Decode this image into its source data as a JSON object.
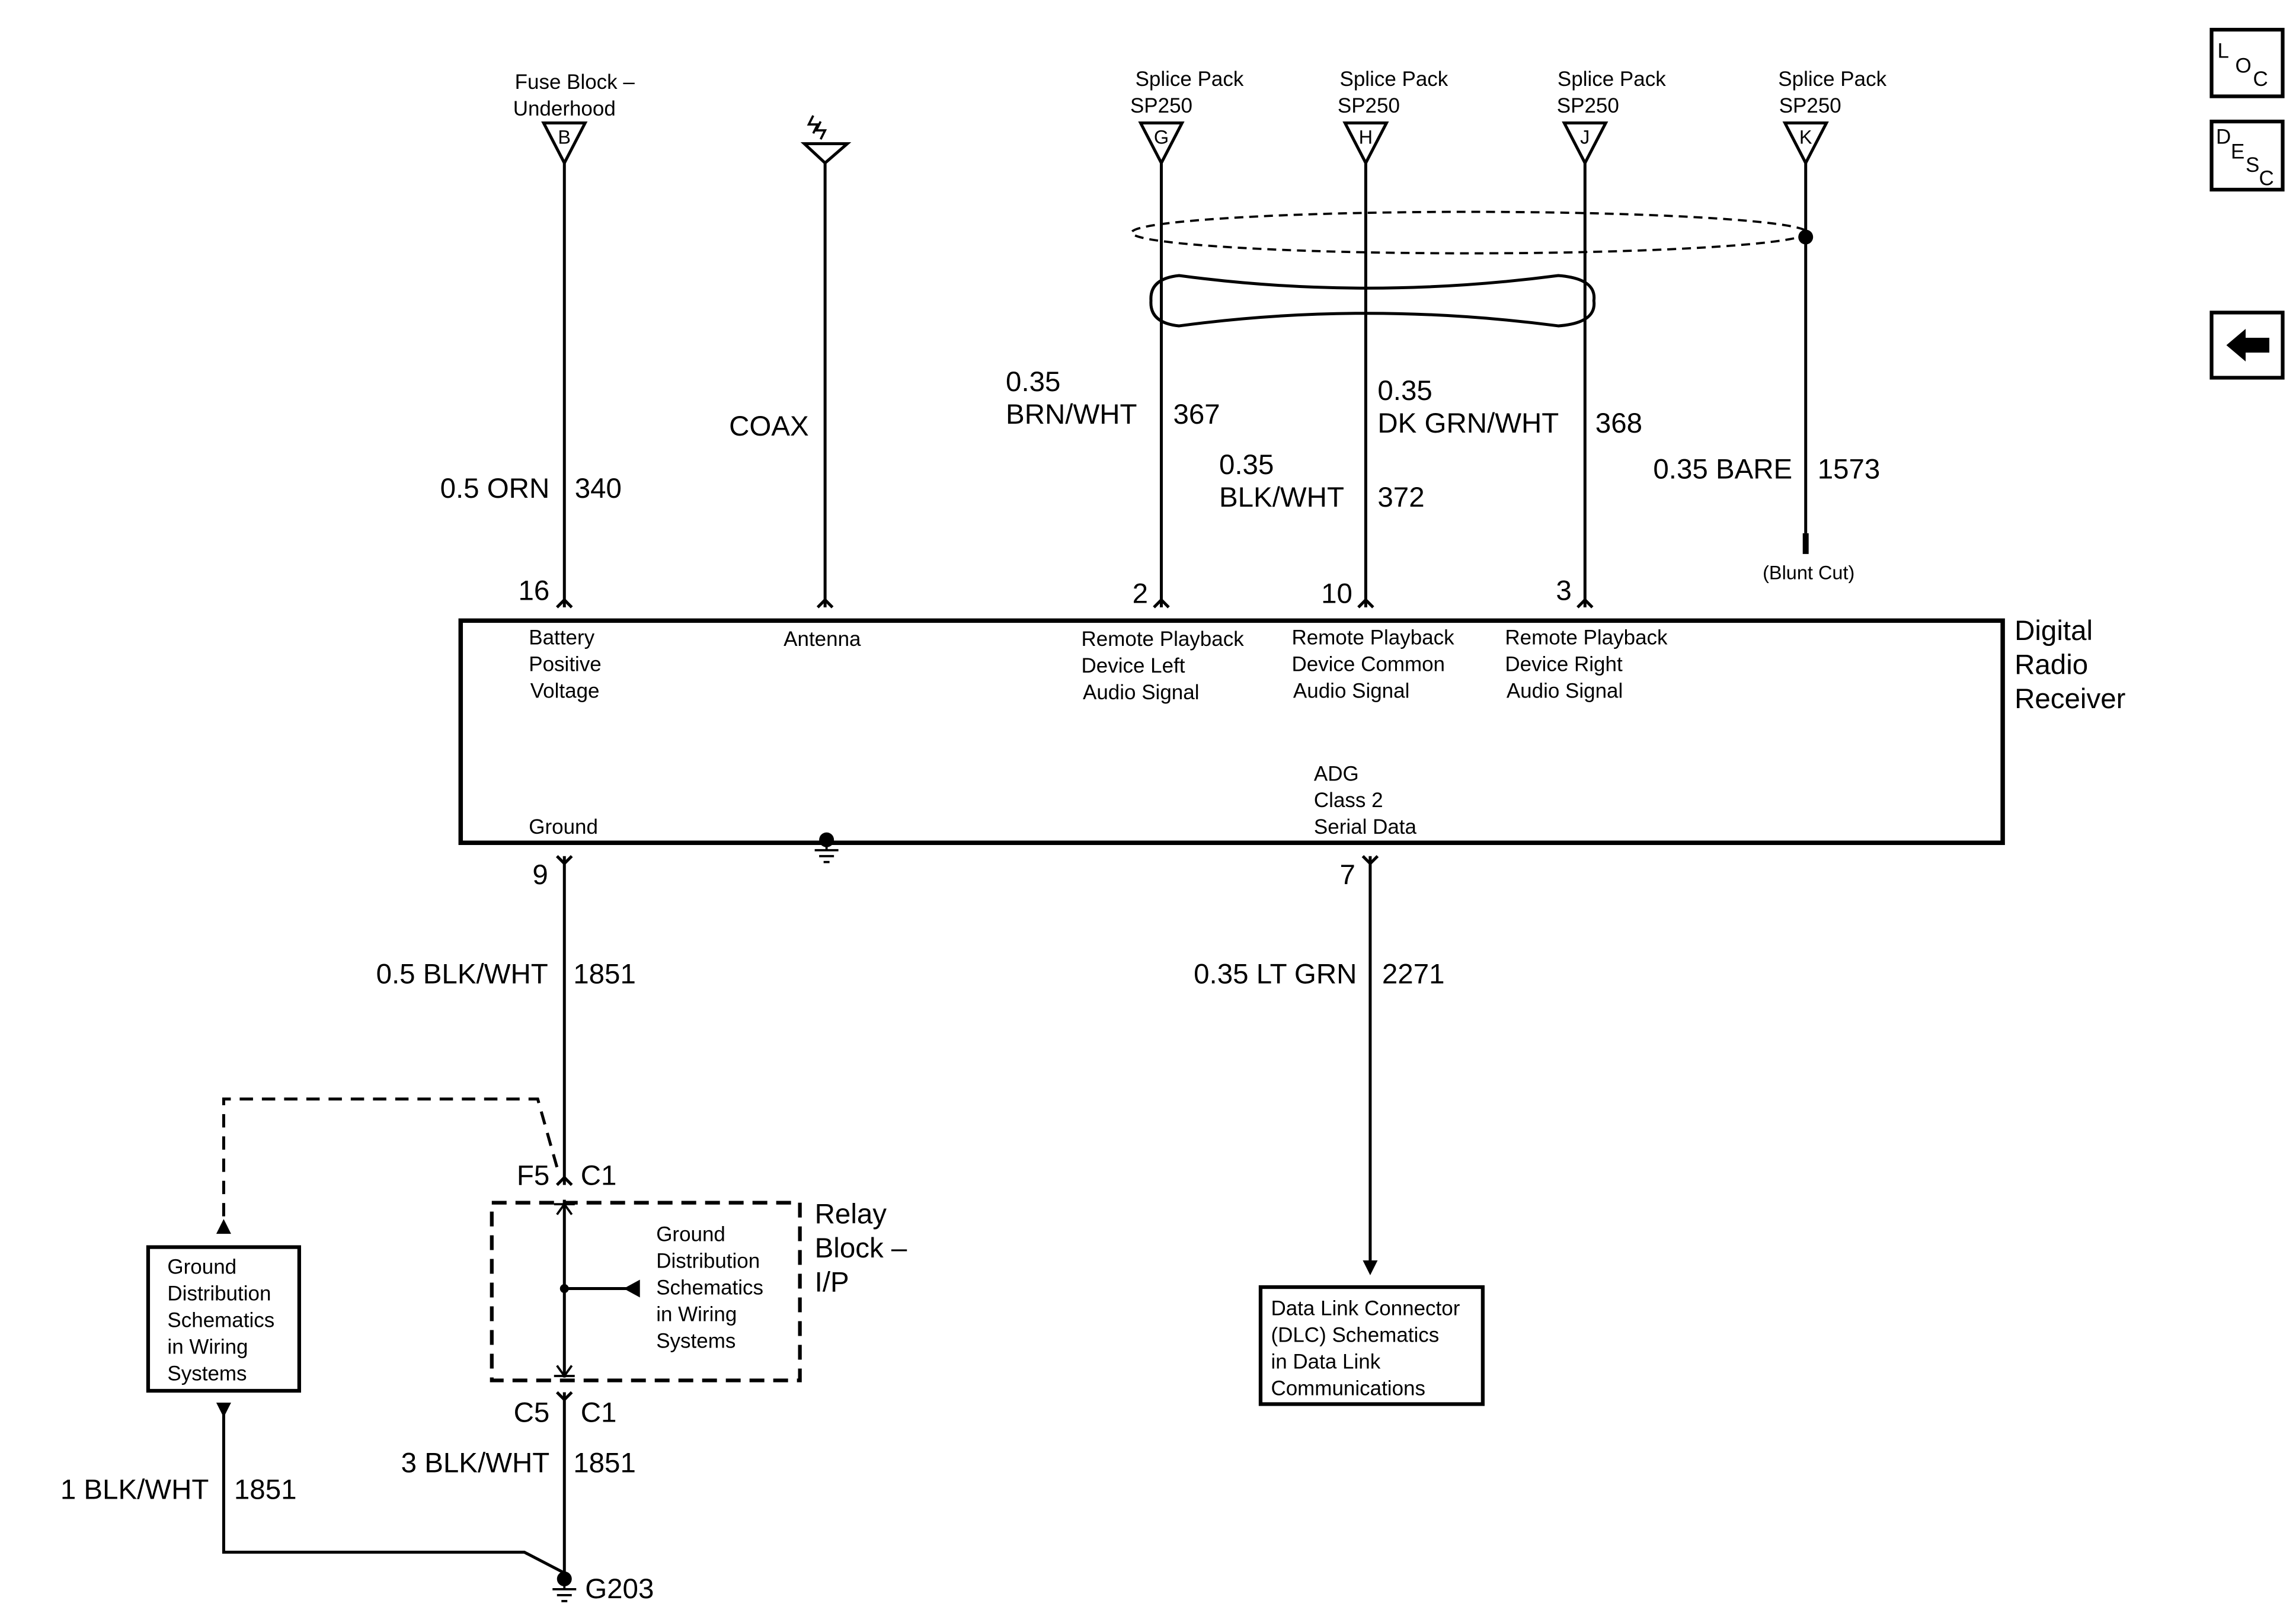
{
  "nav": {
    "loc": {
      "l": "L",
      "o": "O",
      "c": "C"
    },
    "desc": {
      "d": "D",
      "e": "E",
      "s": "S",
      "c": "C"
    }
  },
  "top_connections": {
    "fuse": {
      "line1": "Fuse Block –",
      "line2": "Underhood",
      "pin": "B"
    },
    "sp_g": {
      "line1": "Splice Pack",
      "line2": "SP250",
      "pin": "G"
    },
    "sp_h": {
      "line1": "Splice Pack",
      "line2": "SP250",
      "pin": "H"
    },
    "sp_j": {
      "line1": "Splice Pack",
      "line2": "SP250",
      "pin": "J"
    },
    "sp_k": {
      "line1": "Splice Pack",
      "line2": "SP250",
      "pin": "K"
    }
  },
  "wires": {
    "w340": {
      "label": "0.5 ORN",
      "circuit": "340"
    },
    "coax": {
      "label": "COAX"
    },
    "w367": {
      "size": "0.35",
      "color": "BRN/WHT",
      "circuit": "367"
    },
    "w372": {
      "size": "0.35",
      "color": "BLK/WHT",
      "circuit": "372"
    },
    "w368": {
      "size": "0.35",
      "color": "DK GRN/WHT",
      "circuit": "368"
    },
    "w1573": {
      "label": "0.35 BARE",
      "circuit": "1573",
      "end_note": "(Blunt Cut)"
    },
    "w1851a": {
      "label": "0.5 BLK/WHT",
      "circuit": "1851"
    },
    "w2271": {
      "label": "0.35 LT GRN",
      "circuit": "2271"
    },
    "w1851b": {
      "label": "3 BLK/WHT",
      "circuit": "1851"
    },
    "w1851c": {
      "label": "1 BLK/WHT",
      "circuit": "1851"
    }
  },
  "receiver": {
    "name1": "Digital",
    "name2": "Radio",
    "name3": "Receiver",
    "pins": {
      "p16": {
        "num": "16",
        "l1": "Battery",
        "l2": "Positive",
        "l3": "Voltage"
      },
      "ant": {
        "l1": "Antenna"
      },
      "p2": {
        "num": "2",
        "l1": "Remote Playback",
        "l2": "Device Left",
        "l3": "Audio Signal"
      },
      "p10": {
        "num": "10",
        "l1": "Remote Playback",
        "l2": "Device Common",
        "l3": "Audio Signal"
      },
      "p3": {
        "num": "3",
        "l1": "Remote Playback",
        "l2": "Device Right",
        "l3": "Audio Signal"
      },
      "p9": {
        "num": "9",
        "l1": "Ground"
      },
      "p7": {
        "num": "7",
        "l1": "ADG",
        "l2": "Class 2",
        "l3": "Serial Data"
      }
    }
  },
  "relay_block": {
    "name1": "Relay",
    "name2": "Block –",
    "name3": "I/P",
    "top_pin": "F5",
    "top_conn": "C1",
    "bottom_pin": "C5",
    "bottom_conn": "C1",
    "note": [
      "Ground",
      "Distribution",
      "Schematics",
      "in Wiring",
      "Systems"
    ]
  },
  "ref_boxes": {
    "ground": [
      "Ground",
      "Distribution",
      "Schematics",
      "in Wiring",
      "Systems"
    ],
    "dlc": [
      "Data Link Connector",
      "(DLC) Schematics",
      "in Data Link",
      "Communications"
    ]
  },
  "ground_point": {
    "label": "G203"
  }
}
